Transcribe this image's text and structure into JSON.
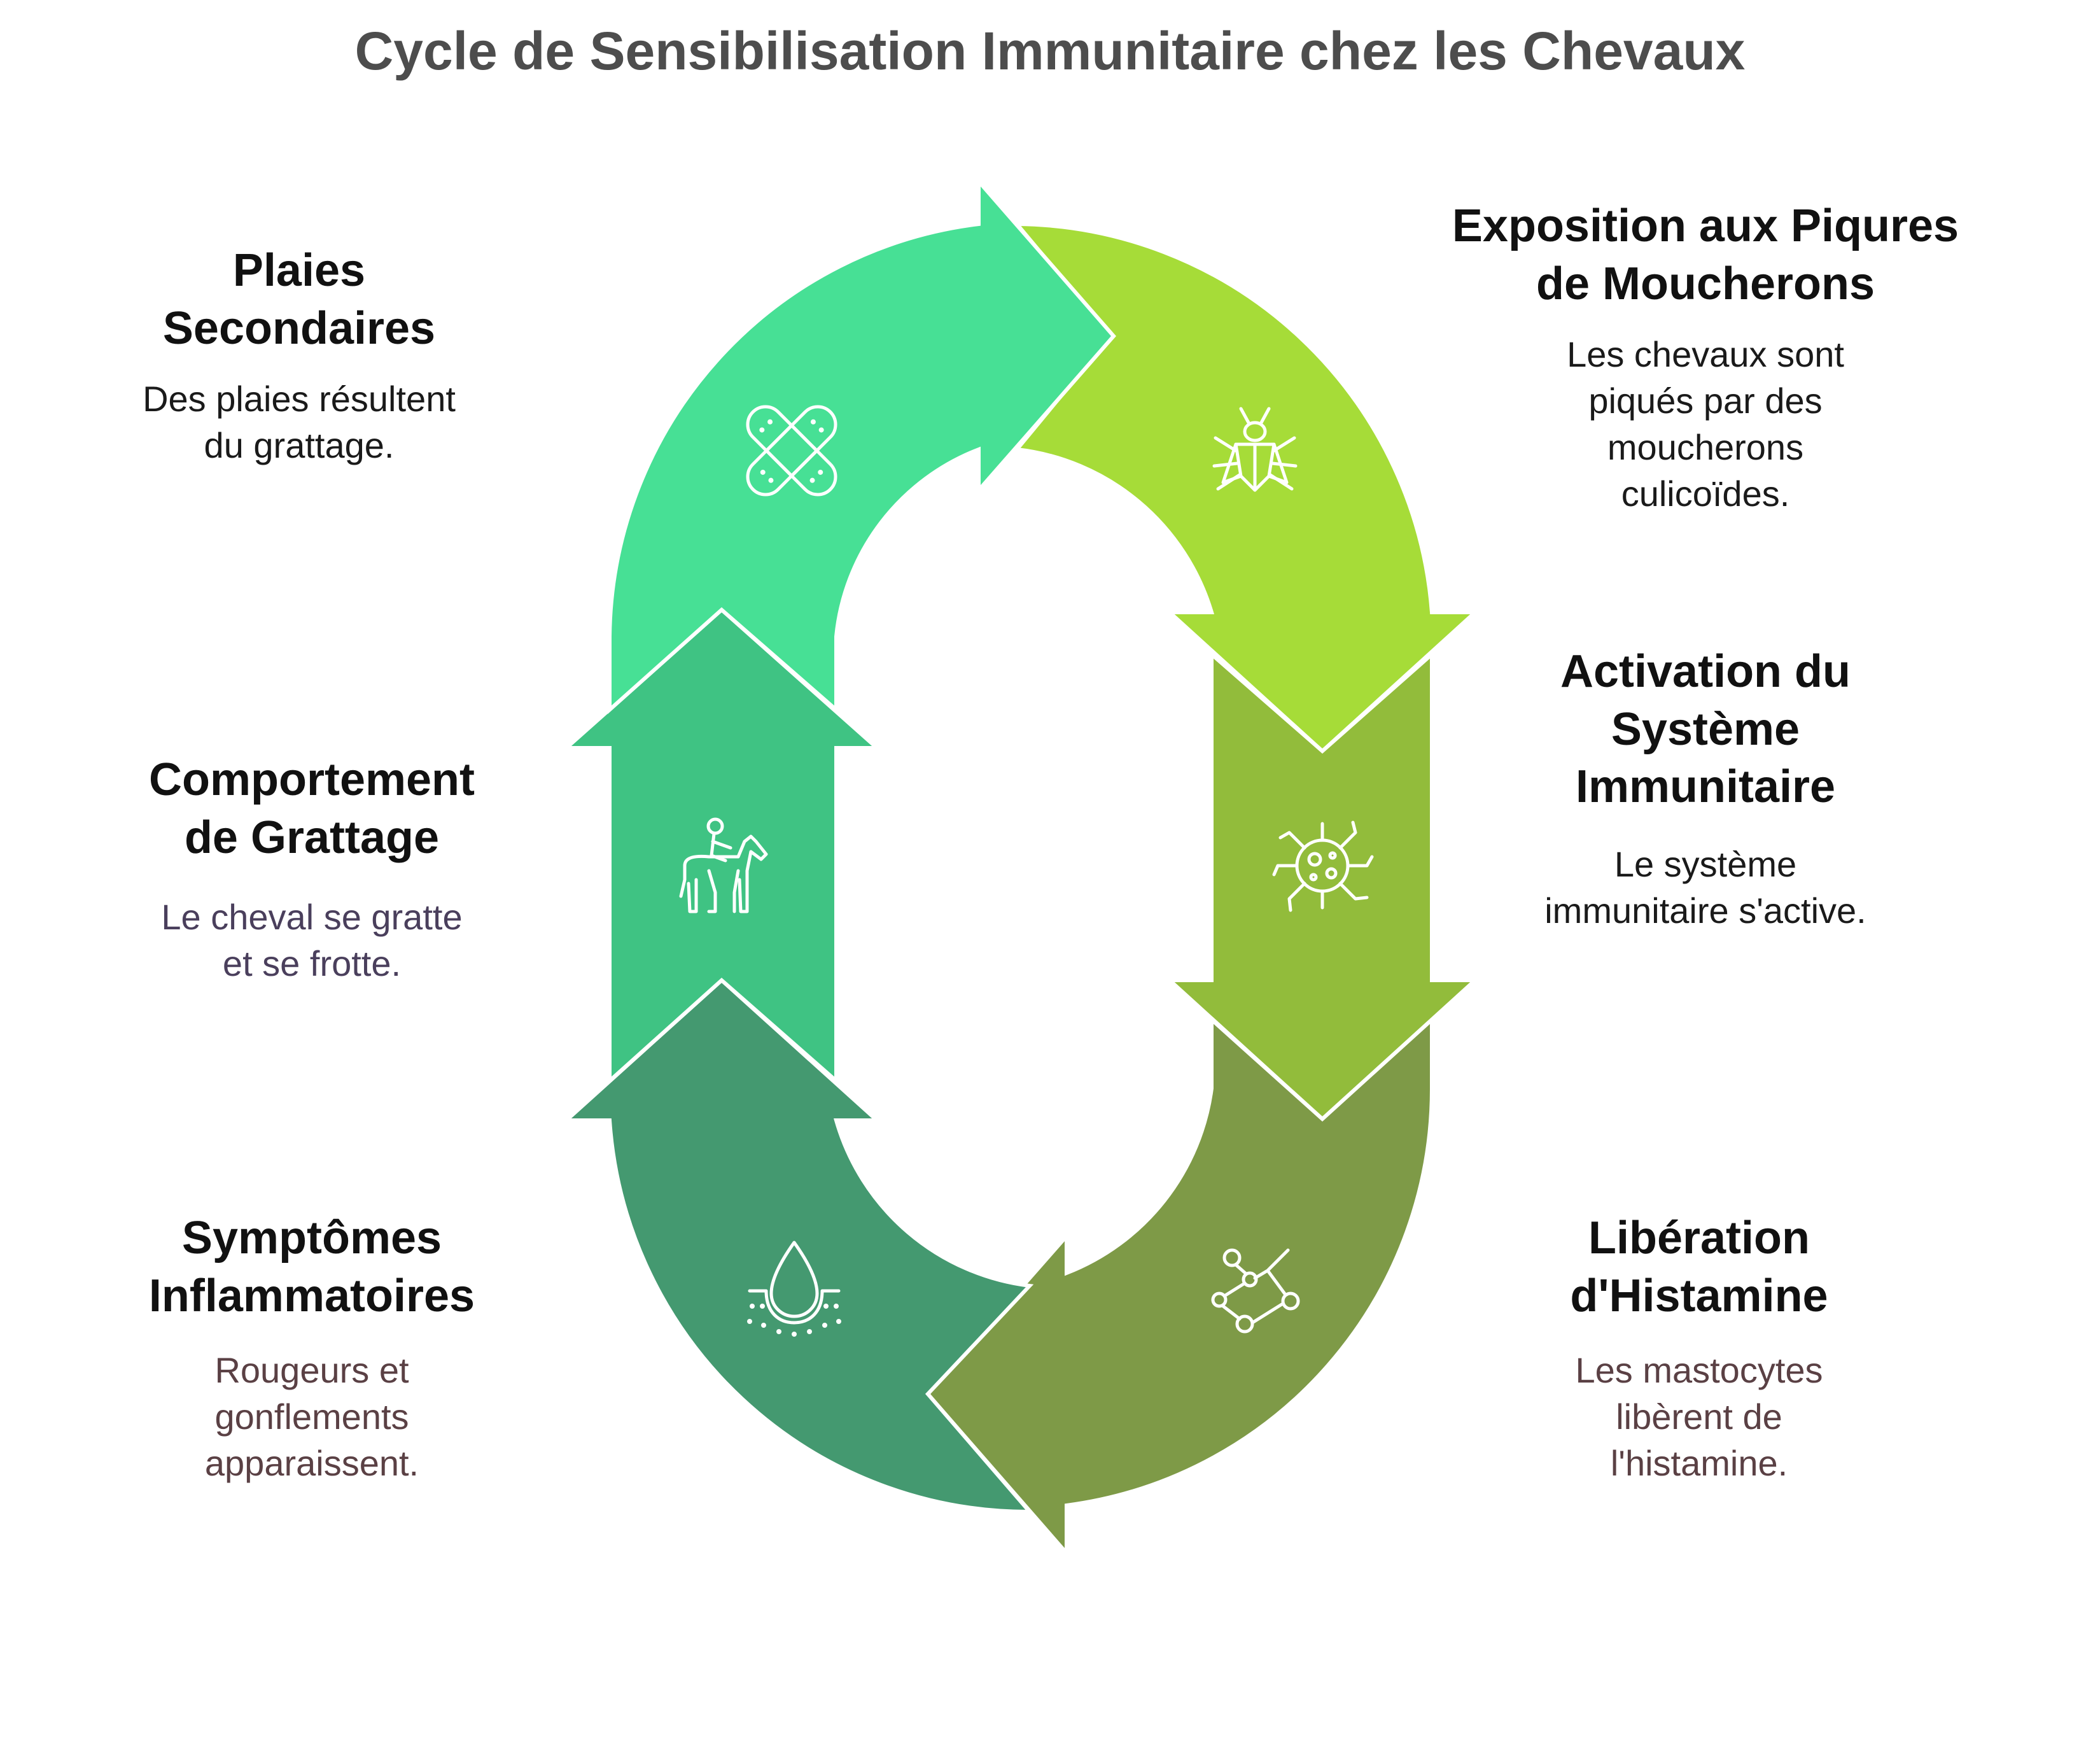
{
  "title": "Cycle de Sensibilisation Immunitaire chez les Chevaux",
  "steps": [
    {
      "heading_lines": [
        "Exposition aux Piqures",
        "de Moucherons"
      ],
      "description_lines": [
        "Les chevaux sont",
        "piqués par des",
        "moucherons",
        "culicoïdes."
      ],
      "icon": "insect-icon",
      "color": "#a6dc38"
    },
    {
      "heading_lines": [
        "Activation du",
        "Système",
        "Immunitaire"
      ],
      "description_lines": [
        "Le système",
        "immunitaire s'active."
      ],
      "icon": "microbe-icon",
      "color": "#92bc3b"
    },
    {
      "heading_lines": [
        "Libération",
        "d'Histamine"
      ],
      "description_lines": [
        "Les mastocytes",
        "libèrent de",
        "l'histamine."
      ],
      "icon": "molecule-icon",
      "color": "#7e9a47"
    },
    {
      "heading_lines": [
        "Symptômes",
        "Inflammatoires"
      ],
      "description_lines": [
        "Rougeurs et",
        "gonflements",
        "apparaissent."
      ],
      "icon": "skin-drop-icon",
      "color": "#449970"
    },
    {
      "heading_lines": [
        "Comportement",
        "de Grattage"
      ],
      "description_lines": [
        "Le cheval se gratte",
        "et se frotte."
      ],
      "icon": "horse-rider-icon",
      "color": "#3fc383"
    },
    {
      "heading_lines": [
        "Plaies",
        "Secondaires"
      ],
      "description_lines": [
        "Des plaies résultent",
        "du grattage."
      ],
      "icon": "bandage-icon",
      "color": "#47e095"
    }
  ]
}
